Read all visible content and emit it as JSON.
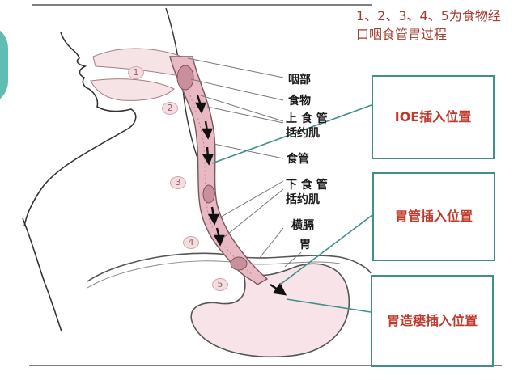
{
  "caption": "1、2、3、4、5为食物经口咽食管胃过程",
  "step_numbers": [
    "1",
    "2",
    "3",
    "4",
    "5"
  ],
  "labels": {
    "pharynx": "咽部",
    "food": "食物",
    "ues_line1": "上 食 管",
    "ues_line2": "括约肌",
    "esophagus": "食管",
    "les_line1": "下 食 管",
    "les_line2": "括约肌",
    "diaphragm": "横膈",
    "stomach": "胃"
  },
  "annotations": {
    "ioe": "IOE插入位置",
    "ng_tube": "胃管插入位置",
    "peg": "胃造瘘插入位置"
  },
  "colors": {
    "caption": "#a53a2d",
    "box_border": "#3f8f8a",
    "box_text": "#c0392b",
    "tube_fill": "#e8b9c2",
    "stomach_fill": "#f8e4e8"
  }
}
